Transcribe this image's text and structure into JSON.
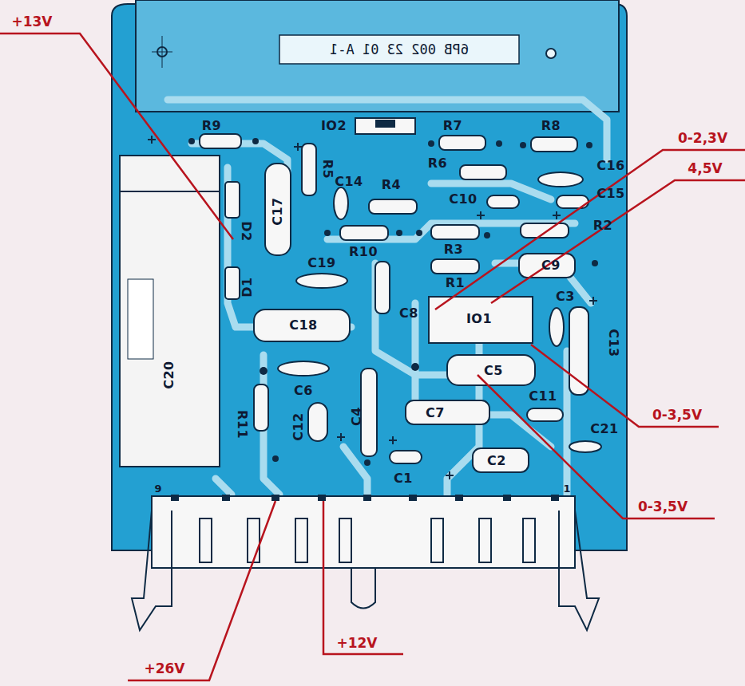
{
  "diagram": {
    "labels": [
      "+13V",
      "6PB 002 23 01 A-1",
      "R9",
      "IO2",
      "R7",
      "R8",
      "R5",
      "R6",
      "C16",
      "C14",
      "R4",
      "C10",
      "C15",
      "D2",
      "C17",
      "R2",
      "R10",
      "R3",
      "C9",
      "D1",
      "C19",
      "R1",
      "C3",
      "C8",
      "IO1",
      "C18",
      "C13",
      "C20",
      "C5",
      "C6",
      "R11",
      "C4",
      "C12",
      "C7",
      "C11",
      "C21",
      "C1",
      "C2",
      "9",
      "1",
      "0-2,3V",
      "4,5V",
      "0-3,5V",
      "0-3,5V",
      "+26V",
      "+12V"
    ]
  }
}
